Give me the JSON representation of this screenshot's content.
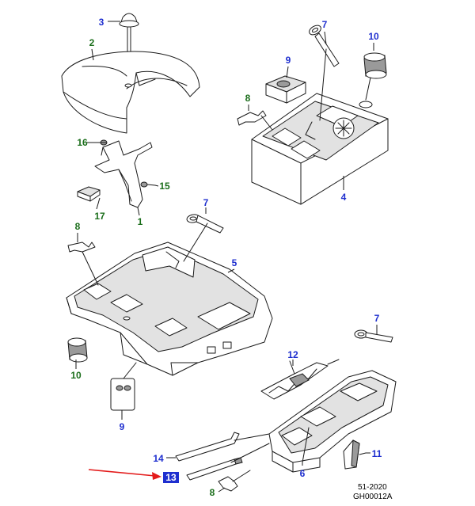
{
  "colors": {
    "label_blue": "#1f2fcf",
    "label_green": "#1b6e1b",
    "highlight_bg": "#1f2fcf",
    "highlight_fg": "#ffffff",
    "arrow_red": "#e31b1b",
    "line": "#1a1a1a"
  },
  "callouts": [
    {
      "id": "3",
      "text": "3",
      "color": "blue"
    },
    {
      "id": "2",
      "text": "2",
      "color": "green"
    },
    {
      "id": "16",
      "text": "16",
      "color": "green"
    },
    {
      "id": "15",
      "text": "15",
      "color": "green"
    },
    {
      "id": "17",
      "text": "17",
      "color": "green"
    },
    {
      "id": "1",
      "text": "1",
      "color": "green"
    },
    {
      "id": "7a",
      "text": "7",
      "color": "blue"
    },
    {
      "id": "10a",
      "text": "10",
      "color": "blue"
    },
    {
      "id": "9a",
      "text": "9",
      "color": "blue"
    },
    {
      "id": "8a",
      "text": "8",
      "color": "green"
    },
    {
      "id": "4",
      "text": "4",
      "color": "blue"
    },
    {
      "id": "7b",
      "text": "7",
      "color": "blue"
    },
    {
      "id": "8b",
      "text": "8",
      "color": "green"
    },
    {
      "id": "5",
      "text": "5",
      "color": "blue"
    },
    {
      "id": "10b",
      "text": "10",
      "color": "green"
    },
    {
      "id": "9b",
      "text": "9",
      "color": "blue"
    },
    {
      "id": "7c",
      "text": "7",
      "color": "blue"
    },
    {
      "id": "12",
      "text": "12",
      "color": "blue"
    },
    {
      "id": "14",
      "text": "14",
      "color": "blue"
    },
    {
      "id": "11",
      "text": "11",
      "color": "blue"
    },
    {
      "id": "13",
      "text": "13",
      "color": "highlight"
    },
    {
      "id": "6",
      "text": "6",
      "color": "blue"
    },
    {
      "id": "8c",
      "text": "8",
      "color": "green"
    }
  ],
  "footer": {
    "section_code": "51-2020",
    "drawing_code": "GH00012A"
  }
}
